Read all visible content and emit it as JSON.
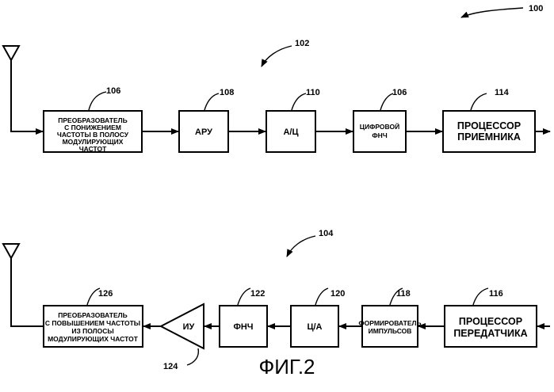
{
  "figure_caption": "ФИГ.2",
  "refs": {
    "system": "100",
    "receiver": "102",
    "transmitter": "104"
  },
  "receiver": {
    "downconverter": {
      "ref": "106",
      "lines": [
        "ПРЕОБРАЗОВАТЕЛЬ",
        "С ПОНИЖЕНИЕМ",
        "ЧАСТОТЫ В ПОЛОСУ",
        "МОДУЛИРУЮЩИХ",
        "ЧАСТОТ"
      ]
    },
    "agc": {
      "ref": "108",
      "label": "АРУ"
    },
    "adc": {
      "ref": "110",
      "label": "А/Ц"
    },
    "digital_lpf": {
      "ref": "106",
      "lines": [
        "ЦИФРОВОЙ",
        "ФНЧ"
      ]
    },
    "processor": {
      "ref": "114",
      "lines": [
        "ПРОЦЕССОР",
        "ПРИЕМНИКА"
      ]
    }
  },
  "transmitter": {
    "upconverter": {
      "ref": "126",
      "lines": [
        "ПРЕОБРАЗОВАТЕЛЬ",
        "С ПОВЫШЕНИЕМ ЧАСТОТЫ",
        "ИЗ ПОЛОСЫ",
        "МОДУЛИРУЮЩИХ ЧАСТОТ"
      ]
    },
    "amplifier": {
      "ref": "124",
      "label": "ИУ"
    },
    "lpf": {
      "ref": "122",
      "label": "ФНЧ"
    },
    "dac": {
      "ref": "120",
      "label": "Ц/А"
    },
    "pulse_shaper": {
      "ref": "118",
      "lines": [
        "ФОРМИРОВАТЕЛЬ",
        "ИМПУЛЬСОВ"
      ]
    },
    "processor": {
      "ref": "116",
      "lines": [
        "ПРОЦЕССОР",
        "ПЕРЕДАТЧИКА"
      ]
    }
  }
}
